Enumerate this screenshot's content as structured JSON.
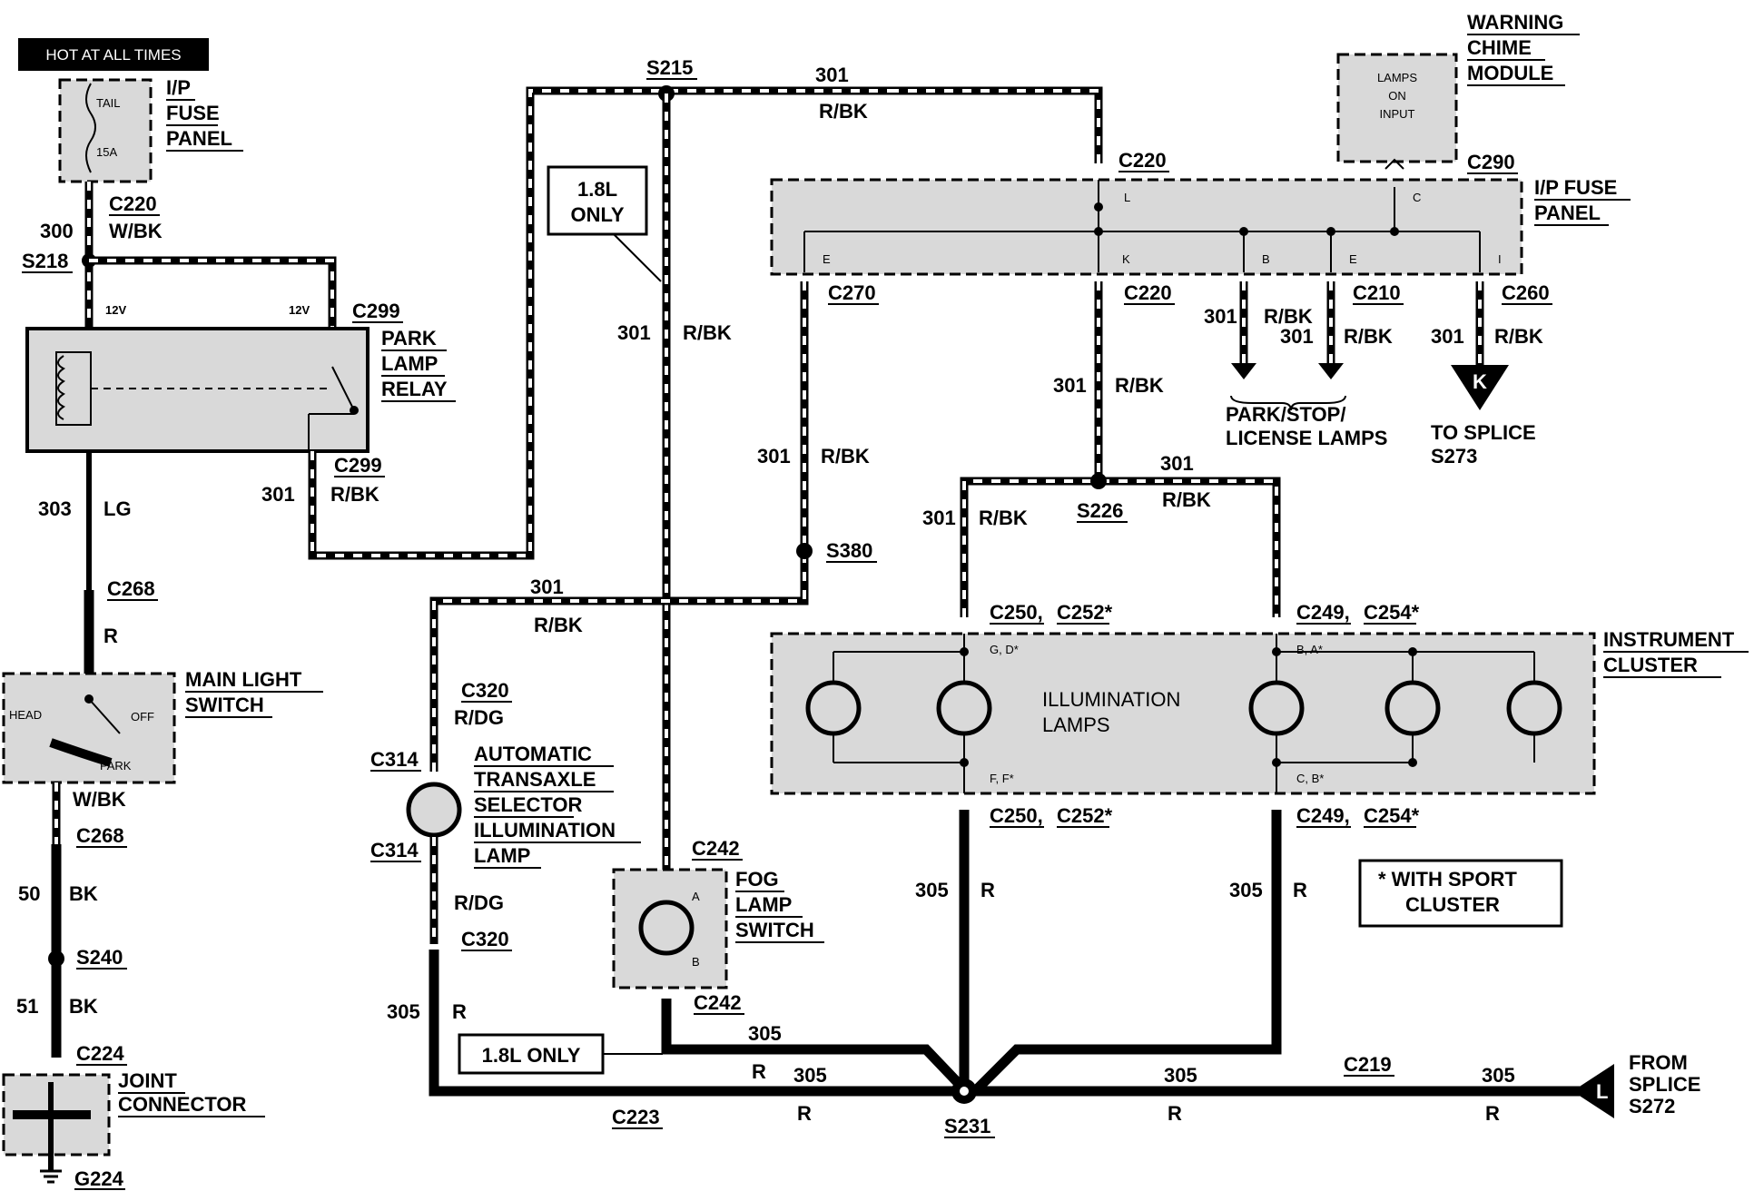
{
  "labels": {
    "hot_at_all_times": "HOT AT ALL TIMES",
    "ip_fuse_panel_left": [
      "I/P",
      "FUSE",
      "PANEL"
    ],
    "fuse_tail": "TAIL",
    "fuse_15a": "15A",
    "c220_a": "C220",
    "w300": "300",
    "wbk": "W/BK",
    "s218": "S218",
    "v12_a": "12V",
    "v12_b": "12V",
    "c299_a": "C299",
    "park_lamp_relay": [
      "PARK",
      "LAMP",
      "RELAY"
    ],
    "c299_b": "C299",
    "w301_relay": "301",
    "rbk_relay": "R/BK",
    "w303": "303",
    "lg": "LG",
    "c268_a": "C268",
    "r_c268": "R",
    "main_light_switch": [
      "MAIN LIGHT",
      "SWITCH"
    ],
    "head": "HEAD",
    "off": "OFF",
    "park": "PARK",
    "wbk_switch": "W/BK",
    "c268_b": "C268",
    "w50": "50",
    "bk50": "BK",
    "s240": "S240",
    "w51": "51",
    "bk51": "BK",
    "c224": "C224",
    "joint_connector": [
      "JOINT",
      "CONNECTOR"
    ],
    "g224": "G224",
    "s215": "S215",
    "w301_top": "301",
    "rbk_top": "R/BK",
    "only_18l": [
      "1.8L",
      "ONLY"
    ],
    "w301_s215": "301",
    "rbk_s215": "R/BK",
    "c220_b": "C220",
    "warning_chime": [
      "WARNING",
      "CHIME",
      "MODULE"
    ],
    "lamps_on_input": [
      "LAMPS",
      "ON",
      "INPUT"
    ],
    "c290": "C290",
    "ip_fuse_panel_right": [
      "I/P FUSE",
      "PANEL"
    ],
    "pin_l": "L",
    "pin_c": "C",
    "pin_e1": "E",
    "pin_k": "K",
    "pin_b": "B",
    "pin_e2": "E",
    "pin_i": "I",
    "c270": "C270",
    "c220_c": "C220",
    "c210": "C210",
    "c260": "C260",
    "w301_c210a": "301",
    "rbk_c210a": "R/BK",
    "w301_c210b": "301",
    "rbk_c210b": "R/BK",
    "w301_c260": "301",
    "rbk_c260": "R/BK",
    "k_tri": "K",
    "park_stop_license": [
      "PARK/STOP/",
      "LICENSE LAMPS"
    ],
    "to_splice": [
      "TO SPLICE",
      "S273"
    ],
    "w301_c220": "301",
    "rbk_c220": "R/BK",
    "w301_c270": "301",
    "rbk_c270": "R/BK",
    "s380": "S380",
    "w301_s226r": "301",
    "rbk_s226r": "R/BK",
    "w301_s226l": "301",
    "rbk_s226l": "R/BK",
    "s226": "S226",
    "c250_252_top": "C250,",
    "c252_top": "C252*",
    "c249_top": "C249,",
    "c254_top": "C254*",
    "instrument_cluster": [
      "INSTRUMENT",
      "CLUSTER"
    ],
    "gd": "G, D*",
    "ba": "B, A*",
    "ff": "F, F*",
    "cb": "C, B*",
    "illumination_lamps": [
      "ILLUMINATION",
      "LAMPS"
    ],
    "c250_bot": "C250,",
    "c252_bot": "C252*",
    "c249_bot": "C249,",
    "c254_bot": "C254*",
    "w301_c320": "301",
    "rbk_c320": "R/BK",
    "c320_a": "C320",
    "rdg_a": "R/DG",
    "c314_a": "C314",
    "auto_transaxle": [
      "AUTOMATIC",
      "TRANSAXLE",
      "SELECTOR",
      "ILLUMINATION",
      "LAMP"
    ],
    "c314_b": "C314",
    "rdg_b": "R/DG",
    "c320_b": "C320",
    "c242_a": "C242",
    "fog_lamp_switch": [
      "FOG",
      "LAMP",
      "SWITCH"
    ],
    "pin_a_fog": "A",
    "pin_b_fog": "B",
    "c242_b": "C242",
    "w305_c250": "305",
    "r_c250": "R",
    "w305_c249": "305",
    "r_c249": "R",
    "with_sport": [
      "*  WITH SPORT",
      "CLUSTER"
    ],
    "w305_left": "305",
    "r_left": "R",
    "only_18l_b": "1.8L ONLY",
    "w305_fog": "305",
    "r_fog": "R",
    "w305_c223": "305",
    "r_c223": "R",
    "r_c223b": "R",
    "c223": "C223",
    "s231": "S231",
    "w305_right": "305",
    "r_right": "R",
    "c219": "C219",
    "w305_far": "305",
    "r_far": "R",
    "l_tri": "L",
    "from_splice": [
      "FROM",
      "SPLICE",
      "S272"
    ]
  },
  "colors": {
    "ink": "#000000",
    "component_fill": "#d9d9d9",
    "background": "#ffffff"
  }
}
